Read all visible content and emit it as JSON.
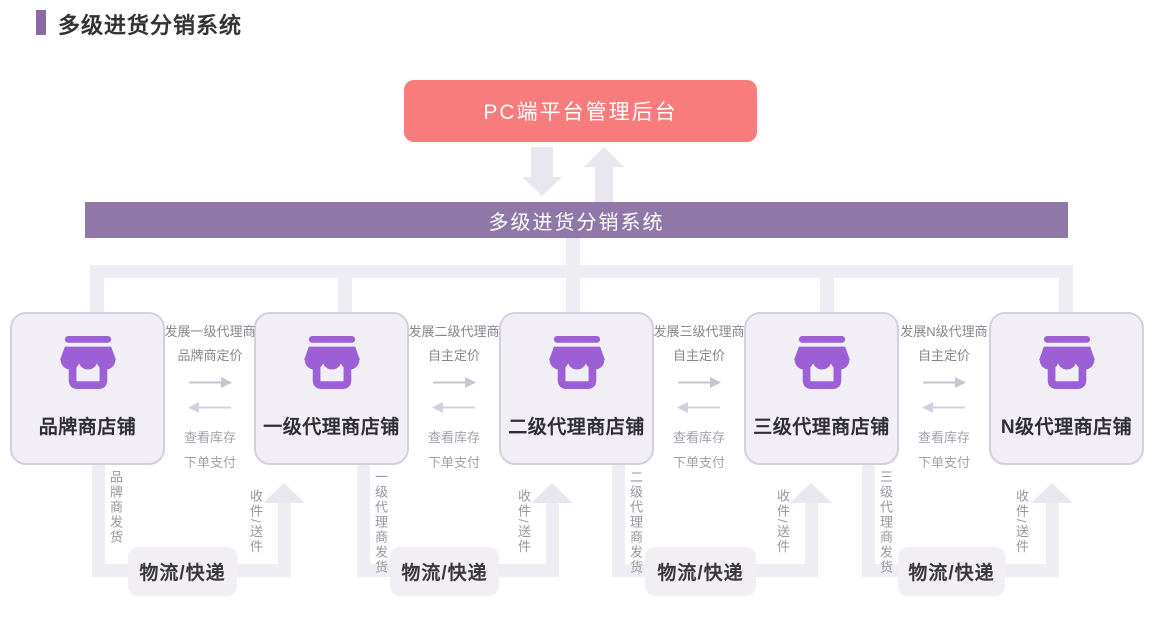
{
  "title": "多级进货分销系统",
  "pc_admin": {
    "label": "PC端平台管理后台"
  },
  "system_bar": {
    "label": "多级进货分销系统"
  },
  "stores": [
    {
      "label": "品牌商店铺"
    },
    {
      "label": "一级代理商店铺"
    },
    {
      "label": "二级代理商店铺"
    },
    {
      "label": "三级代理商店铺"
    },
    {
      "label": "N级代理商店铺"
    }
  ],
  "links": [
    {
      "develop": "发展一级代理商",
      "pricing": "品牌商定价",
      "check": "查看库存",
      "order": "下单支付"
    },
    {
      "develop": "发展二级代理商",
      "pricing": "自主定价",
      "check": "查看库存",
      "order": "下单支付"
    },
    {
      "develop": "发展三级代理商",
      "pricing": "自主定价",
      "check": "查看库存",
      "order": "下单支付"
    },
    {
      "develop": "发展N级代理商",
      "pricing": "自主定价",
      "check": "查看库存",
      "order": "下单支付"
    }
  ],
  "logistics": [
    {
      "ship": "品牌商发货",
      "box_label": "物流/快递",
      "receive": "收件/送件"
    },
    {
      "ship": "一级代理商发货",
      "box_label": "物流/快递",
      "receive": "收件/送件"
    },
    {
      "ship": "二级代理商发货",
      "box_label": "物流/快递",
      "receive": "收件/送件"
    },
    {
      "ship": "三级代理商发货",
      "box_label": "物流/快递",
      "receive": "收件/送件"
    }
  ],
  "colors": {
    "brand_purple": "#8f77a8",
    "accent_purple": "#8a6aa6",
    "coral_red": "#f97c7c",
    "icon_purple": "#9c5fd6",
    "connector_gray": "#efedf4"
  }
}
